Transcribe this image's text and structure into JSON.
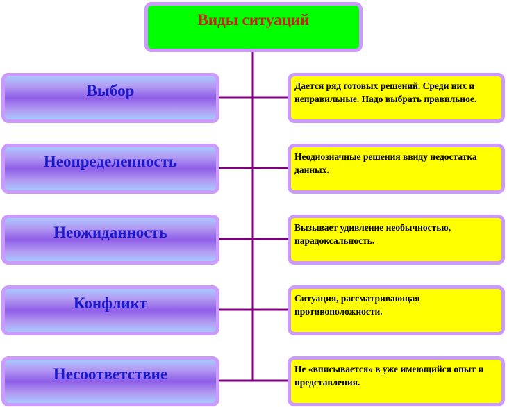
{
  "title": "Виды ситуаций",
  "colors": {
    "title_bg": "#00ff00",
    "title_text": "#cc1f1f",
    "border": "#cc99ff",
    "type_text": "#1a1acc",
    "desc_bg": "#ffff00",
    "connector": "#800080"
  },
  "items": [
    {
      "name": "Выбор",
      "description": "Дается ряд готовых решений. Среди них и неправильные. Надо выбрать правильное."
    },
    {
      "name": "Неопределенность",
      "description": "Неоднозначные решения ввиду недостатка данных."
    },
    {
      "name": "Неожиданность",
      "description": "Вызывает удивление необычностью, парадоксальность."
    },
    {
      "name": "Конфликт",
      "description": "Ситуация, рассматривающая противоположности."
    },
    {
      "name": "Несоответствие",
      "description": "Не «вписывается» в уже имеющийся опыт и представления."
    }
  ]
}
